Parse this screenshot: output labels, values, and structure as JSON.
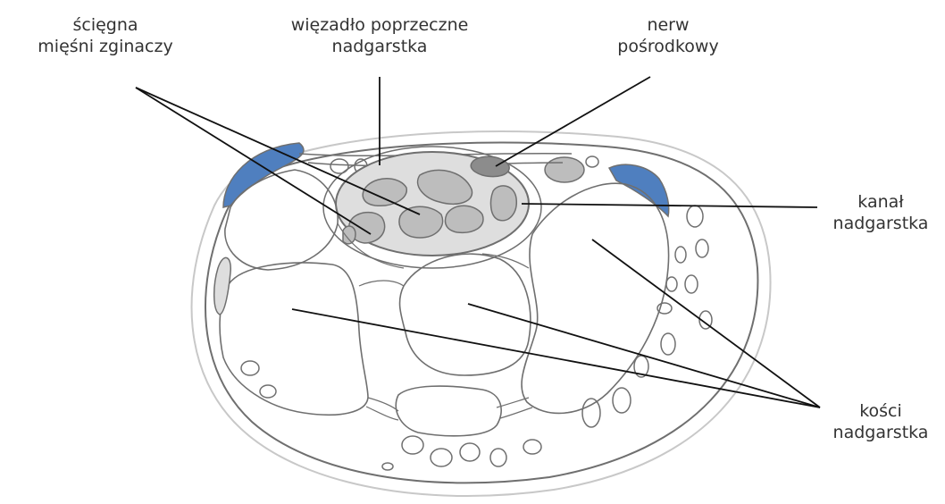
{
  "colors": {
    "outline": "#6f6f6f",
    "skin_outline": "#c8c8c8",
    "tendon_fill": "#bdbdbd",
    "canal_fill": "#dedede",
    "nerve_fill": "#8c8c8c",
    "muscle_blue": "#4f7fbf",
    "leader_line": "#111111",
    "label_text": "#333333"
  },
  "labels": {
    "tendons": {
      "line1": "ścięgna",
      "line2": "mięśni zginaczy"
    },
    "ligament": {
      "line1": "więzadło poprzeczne",
      "line2": "nadgarstka"
    },
    "nerve": {
      "line1": "nerw",
      "line2": "pośrodkowy"
    },
    "canal": {
      "line1": "kanał",
      "line2": "nadgarstka"
    },
    "bones": {
      "line1": "kości",
      "line2": "nadgarstka"
    }
  },
  "icons": {
    "diagram": "wrist-cross-section-illustration"
  }
}
